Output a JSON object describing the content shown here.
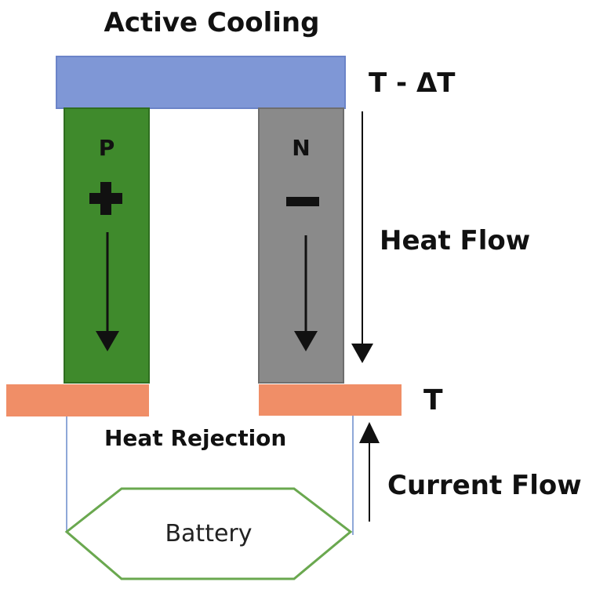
{
  "title": "Active Cooling",
  "labels": {
    "cold_temp": "T - ΔT",
    "hot_temp": "T",
    "heat_flow": "Heat Flow",
    "heat_rejection": "Heat Rejection",
    "current_flow": "Current Flow",
    "battery": "Battery",
    "p_leg": "P",
    "n_leg": "N"
  },
  "colors": {
    "cold_plate": "#7f97d6",
    "hot_plate": "#f08e67",
    "p_leg": "#3f8a2c",
    "n_leg": "#8a8a8a",
    "wire": "#8fa8d8",
    "battery_outline": "#6aa84f"
  }
}
